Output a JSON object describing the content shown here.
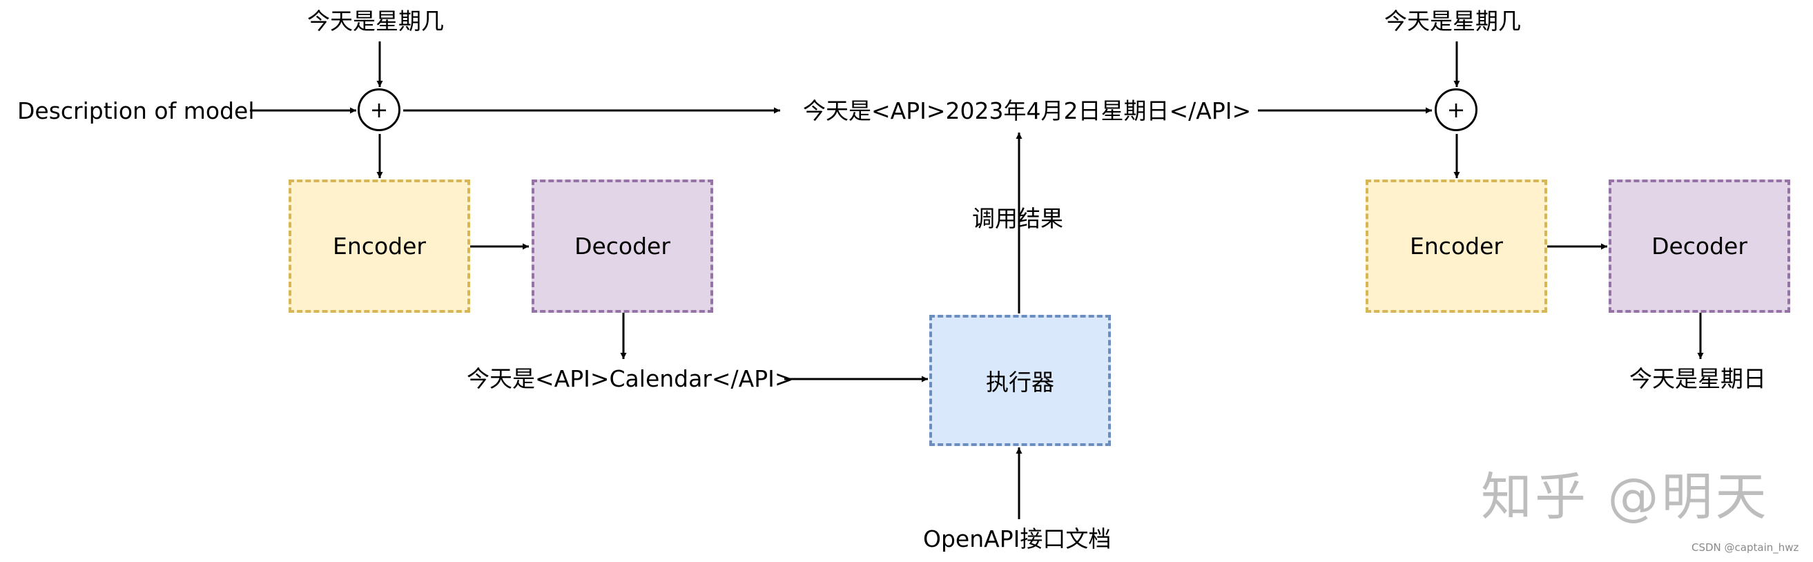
{
  "left": {
    "query": "今天是星期几",
    "description": "Description of model",
    "plus": "+",
    "encoder": "Encoder",
    "decoder": "Decoder",
    "output": "今天是<API>Calendar</API>"
  },
  "middle": {
    "result_text": "今天是<API>2023年4月2日星期日</API>",
    "call_result": "调用结果",
    "executor": "执行器",
    "openapi_doc": "OpenAPI接口文档"
  },
  "right": {
    "query": "今天是星期几",
    "plus": "+",
    "encoder": "Encoder",
    "decoder": "Decoder",
    "output": "今天是星期日"
  },
  "watermark": {
    "zhihu": "知乎 @明天",
    "csdn": "CSDN @captain_hwz"
  },
  "colors": {
    "encoder_fill": "#fff2cc",
    "encoder_border": "#d6b656",
    "decoder_fill": "#e1d5e7",
    "decoder_border": "#9673a6",
    "executor_fill": "#dae8fc",
    "executor_border": "#6c8ebf"
  }
}
